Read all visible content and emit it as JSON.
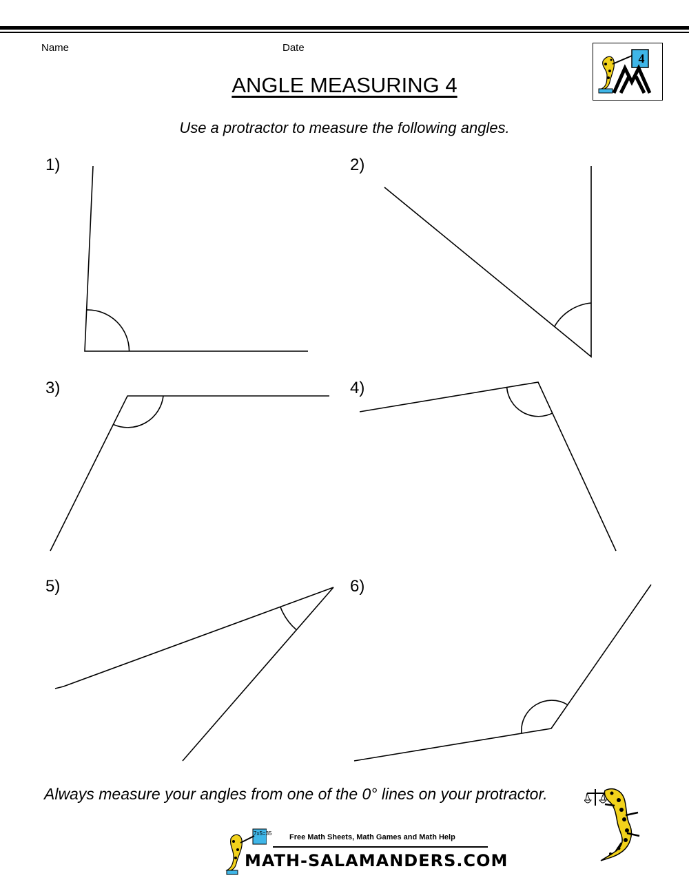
{
  "header": {
    "name_label": "Name",
    "date_label": "Date",
    "title": "ANGLE MEASURING 4",
    "instruction": "Use a protractor to measure the following angles.",
    "logo_badge": "4"
  },
  "questions": [
    {
      "label": "1)"
    },
    {
      "label": "2)"
    },
    {
      "label": "3)"
    },
    {
      "label": "4)"
    },
    {
      "label": "5)"
    },
    {
      "label": "6)"
    }
  ],
  "footer": {
    "note": "Always measure your angles from one of the 0° lines on your protractor.",
    "tagline": "Free Math Sheets, Math Games and Math Help",
    "brand": "MATH-SALAMANDERS.COM",
    "sign_text": "7x5=35"
  },
  "colors": {
    "ink": "#000000",
    "salamander_yellow": "#f2d21b",
    "board_cyan": "#3fb6e8"
  }
}
